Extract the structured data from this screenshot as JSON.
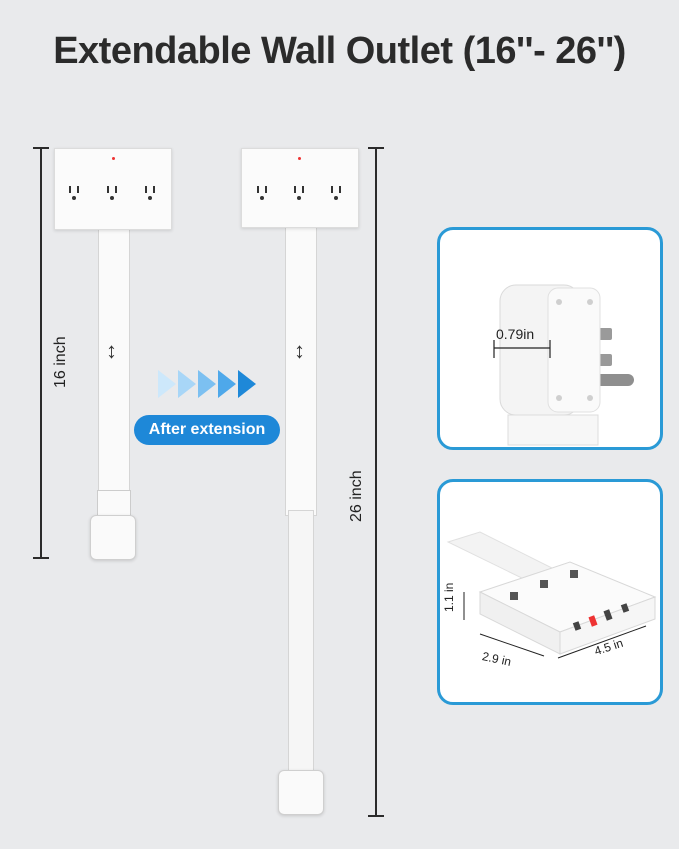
{
  "title": "Extendable Wall Outlet (16''- 26'')",
  "left_height_label": "16 inch",
  "right_height_label": "26 inch",
  "badge_label": "After extension",
  "inset_top": {
    "thickness_label": "0.79in"
  },
  "inset_bottom": {
    "height_label": "1.1 in",
    "depth_label": "2.9 in",
    "width_label": "4.5 in"
  },
  "colors": {
    "accent": "#1e88d8",
    "panel_border": "#2a9ad6",
    "background": "#e9eaec"
  },
  "icons": [
    "double-arrow-icon",
    "chevron-right-icon"
  ]
}
